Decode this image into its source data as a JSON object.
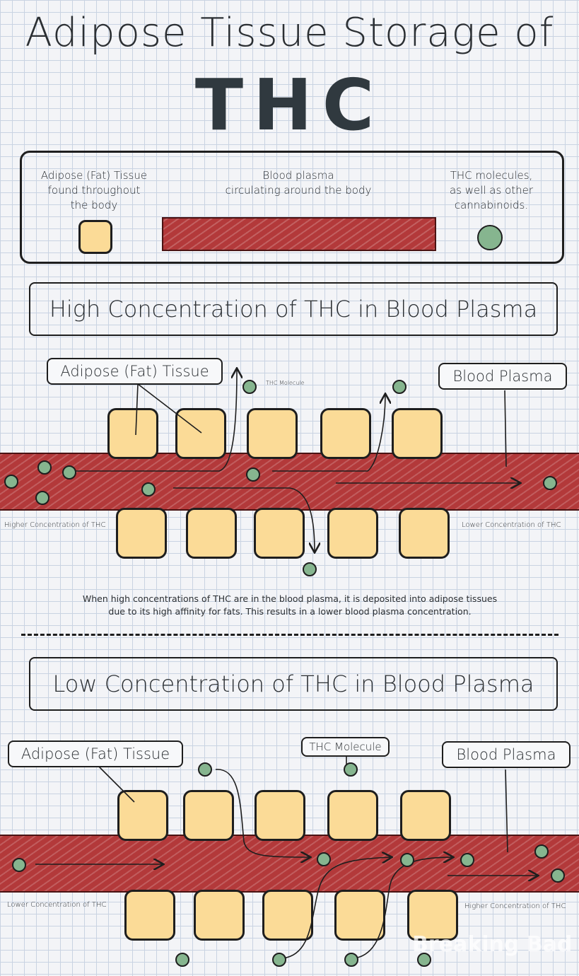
{
  "title": {
    "line1": "Adipose Tissue Storage of",
    "line2": "THC"
  },
  "legend": {
    "adipose": "Adipose (Fat) Tissue\nfound throughout\nthe body",
    "plasma": "Blood plasma\ncirculating around the body",
    "thc": "THC molecules,\nas well as other\ncannabinoids."
  },
  "high": {
    "heading": "High Concentration of THC in Blood Plasma",
    "adipose_label": "Adipose (Fat) Tissue",
    "plasma_label": "Blood Plasma",
    "molecule_label": "THC Molecule",
    "left_label": "Higher Concentration of THC",
    "right_label": "Lower Concentration of THC",
    "caption": "When high concentrations of THC are in the blood plasma, it is deposited into adipose tissues\ndue to its high affinity for fats. This results in a lower blood plasma concentration."
  },
  "low": {
    "heading": "Low Concentration of THC in Blood Plasma",
    "adipose_label": "Adipose (Fat) Tissue",
    "plasma_label": "Blood Plasma",
    "molecule_label": "THC Molecule",
    "left_label": "Lower Concentration of THC",
    "right_label": "Higher Concentration of THC"
  },
  "watermark": "Breaking Bad",
  "colors": {
    "fat": "#fbdb97",
    "plasma": "#b3393a",
    "molecule": "#86b58f",
    "outline": "#1e1e1e"
  }
}
